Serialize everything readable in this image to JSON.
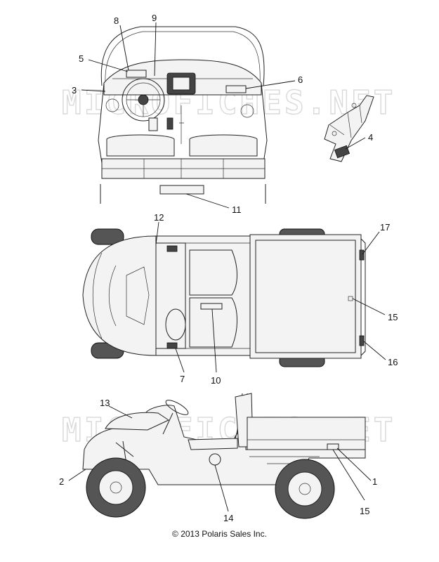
{
  "watermark": "MICROFICHES.NET",
  "callouts": {
    "c1": "1",
    "c2": "2",
    "c3": "3",
    "c4": "4",
    "c5": "5",
    "c6": "6",
    "c7": "7",
    "c8": "8",
    "c9": "9",
    "c10": "10",
    "c11": "11",
    "c12": "12",
    "c13": "13",
    "c14": "14",
    "c15a": "15",
    "c15b": "15",
    "c16": "16",
    "c17": "17"
  },
  "footer": {
    "copyright": "© 2013 Polaris Sales Inc."
  }
}
